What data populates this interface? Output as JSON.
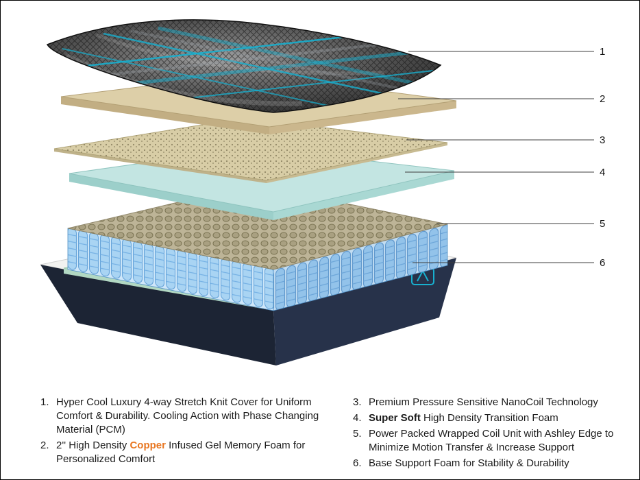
{
  "diagram": {
    "title": "Mattress layer exploded diagram",
    "callouts": [
      {
        "num": "1"
      },
      {
        "num": "2"
      },
      {
        "num": "3"
      },
      {
        "num": "4"
      },
      {
        "num": "5"
      },
      {
        "num": "6"
      }
    ],
    "icons": {
      "brand": "ashley-logo"
    }
  },
  "colors": {
    "accent_teal": "#18b0cf",
    "copper": "#e87722",
    "foam_tan_top": "#ddcfa8",
    "foam_tan_side_left": "#c2ae83",
    "foam_tan_side_right": "#cbb78d",
    "nano_tan": "#d8cda6",
    "foam_blue_top": "#c3e5e2",
    "foam_blue_side_left": "#9ccfca",
    "foam_blue_side_right": "#a9d8d3",
    "coil_top": "#bdb497",
    "base_navy_left": "#1c2434",
    "base_navy_right": "#27324a",
    "platform_white": "#f2f2f0",
    "base_foam_green_top": "#d0eadc",
    "base_foam_green_side_left": "#b2d8c3",
    "base_foam_green_side_right": "#bfe0cd"
  },
  "legend": {
    "left": [
      {
        "num": "1.",
        "text": "Hyper Cool Luxury 4-way Stretch Knit Cover for Uniform Comfort & Durability. Cooling Action with Phase Changing Material (PCM)"
      },
      {
        "num": "2.",
        "pre": "2'' High Density ",
        "highlight": "Copper",
        "post": " Infused Gel Memory Foam for Personalized Comfort"
      }
    ],
    "right": [
      {
        "num": "3.",
        "text": "Premium Pressure Sensitive NanoCoil Technology"
      },
      {
        "num": "4.",
        "bold": "Super Soft",
        "rest": " High Density Transition Foam"
      },
      {
        "num": "5.",
        "text": "Power Packed Wrapped Coil Unit with Ashley Edge to Minimize Motion Transfer & Increase Support"
      },
      {
        "num": "6.",
        "text": "Base Support Foam for Stability & Durability"
      }
    ]
  }
}
